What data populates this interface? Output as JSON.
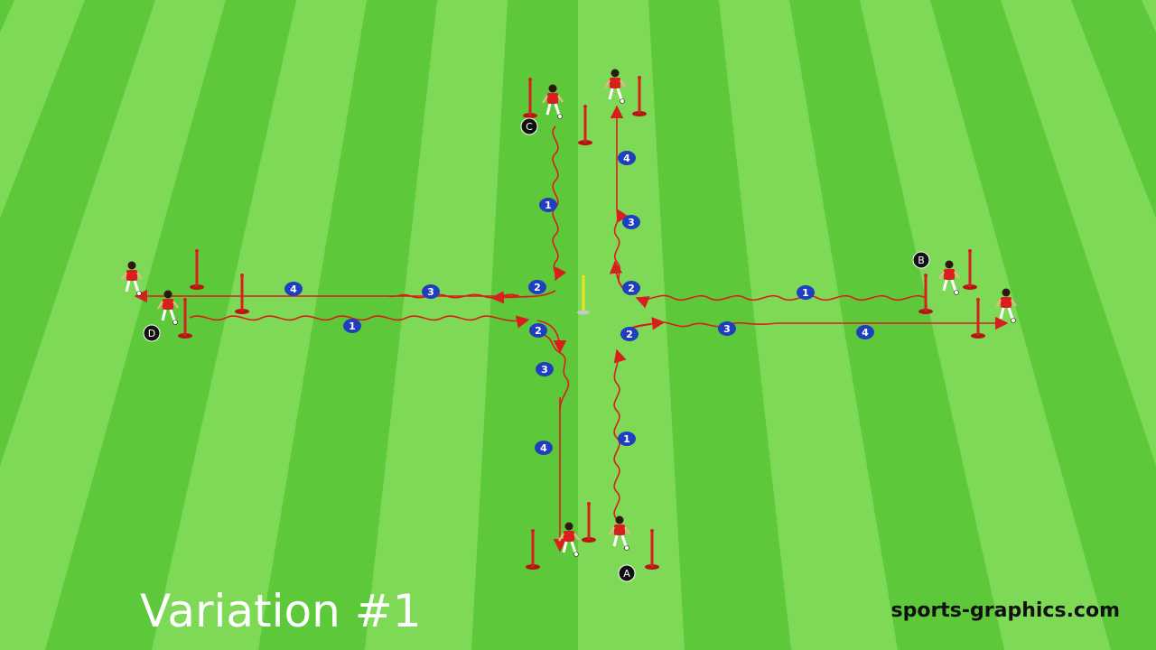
{
  "caption": "Variation #1",
  "watermark": "sports-graphics.com",
  "colors": {
    "pitch_light": "#7ed957",
    "pitch_dark": "#5cc83a",
    "path": "#d91e1e",
    "step_marker": "#1f3fbf",
    "start_marker": "#111111",
    "center_flag": "#f0e020",
    "player_kit": "#d91e1e"
  },
  "icons": [
    "cone-pole-icon",
    "player-icon",
    "center-flag-icon"
  ],
  "start_labels": [
    "A",
    "B",
    "C",
    "D"
  ],
  "step_labels": {
    "one": "1",
    "two": "2",
    "three": "3",
    "four": "4"
  }
}
